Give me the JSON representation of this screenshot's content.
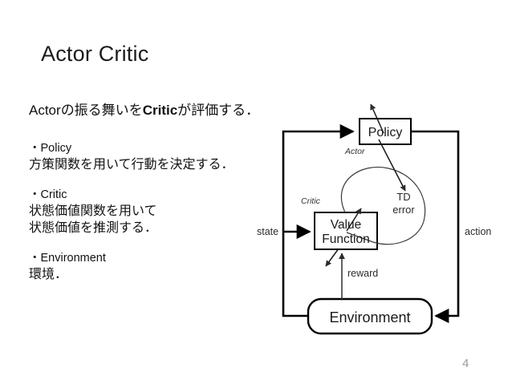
{
  "slide": {
    "title": "Actor Critic",
    "page_number": "4",
    "lead_prefix": "Actor",
    "lead_middle": "の振る舞いを",
    "lead_bold": "Critic",
    "lead_suffix": "が評価する．",
    "bullets": [
      {
        "head": "・Policy",
        "body": [
          "方策関数を用いて行動を決定する．"
        ]
      },
      {
        "head": "・Critic",
        "body": [
          "状態価値関数を用いて",
          "状態価値を推測する．"
        ]
      },
      {
        "head": "・Environment",
        "body": [
          "環境．"
        ]
      }
    ]
  },
  "diagram": {
    "policy_box": "Policy",
    "value_function_line1": "Value",
    "value_function_line2": "Function",
    "environment_box": "Environment",
    "actor_label": "Actor",
    "critic_label": "Critic",
    "td_line1": "TD",
    "td_line2": "error",
    "state_label": "state",
    "action_label": "action",
    "reward_label": "reward",
    "stroke_color": "#000000",
    "thin_stroke_color": "#3a3a3a"
  }
}
